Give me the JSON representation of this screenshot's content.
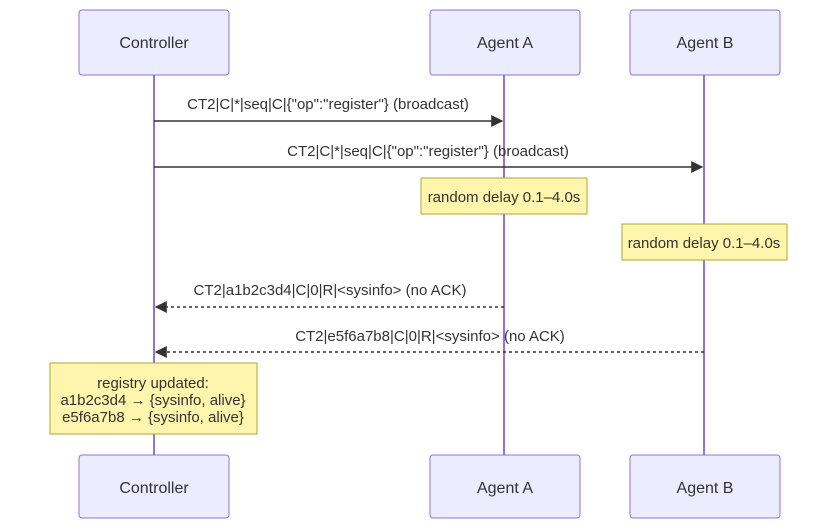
{
  "actors": {
    "controller": "Controller",
    "agent_a": "Agent A",
    "agent_b": "Agent B"
  },
  "messages": [
    {
      "text": "CT2|C|*|seq|C|{\"op\":\"register\"} (broadcast)",
      "style": "solid"
    },
    {
      "text": "CT2|C|*|seq|C|{\"op\":\"register\"} (broadcast)",
      "style": "solid"
    },
    {
      "text": "CT2|a1b2c3d4|C|0|R|<sysinfo> (no ACK)",
      "style": "dashed"
    },
    {
      "text": "CT2|e5f6a7b8|C|0|R|<sysinfo> (no ACK)",
      "style": "dashed"
    }
  ],
  "notes": {
    "agent_a_delay": "random delay 0.1–4.0s",
    "agent_b_delay": "random delay 0.1–4.0s",
    "registry": {
      "line1": "registry updated:",
      "line2": "a1b2c3d4 → {sysinfo, alive}",
      "line3": "e5f6a7b8 → {sysinfo, alive}"
    }
  },
  "colors": {
    "actor_fill": "#ECECFF",
    "actor_border": "#9370DB",
    "note_fill": "#FFF5AD",
    "note_border": "#AAAA33",
    "text": "#333333"
  }
}
